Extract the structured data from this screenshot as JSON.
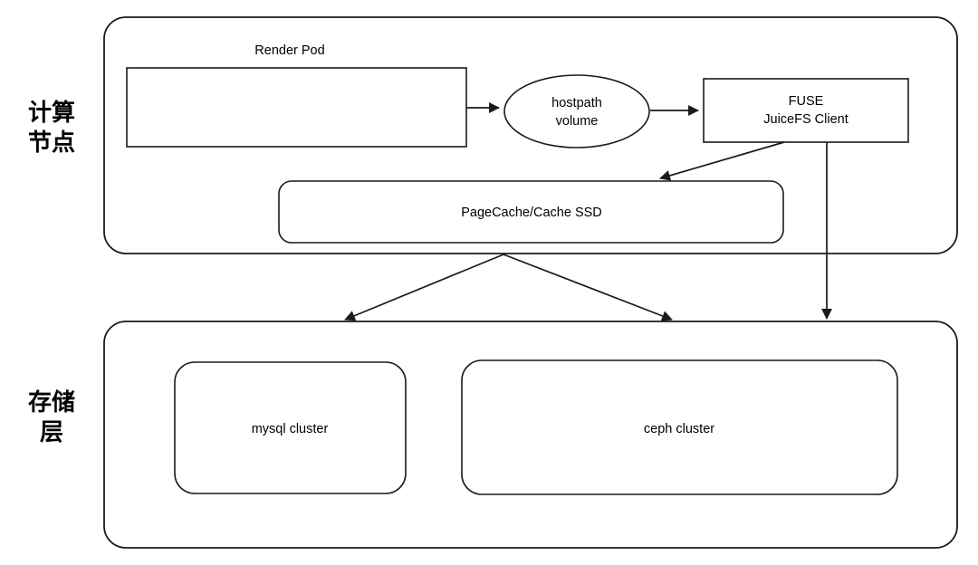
{
  "diagram": {
    "title": "JuiceFS render storage architecture",
    "background_color": "#ffffff",
    "stroke_color": "#1a1a1a",
    "layers": [
      {
        "id": "compute",
        "label_line1": "计算",
        "label_line2": "节点"
      },
      {
        "id": "storage",
        "label_line1": "存储",
        "label_line2": "层"
      }
    ],
    "compute_layer": {
      "group_label": "Render Pod",
      "nodes": [
        {
          "id": "render-app",
          "shape": "rect",
          "label": ""
        },
        {
          "id": "hostpath-volume",
          "shape": "ellipse",
          "label_line1": "hostpath",
          "label_line2": "volume"
        },
        {
          "id": "fuse-juicefs-client",
          "shape": "rect",
          "label_line1": "FUSE",
          "label_line2": "JuiceFS Client"
        },
        {
          "id": "pagecache-cache-ssd",
          "shape": "rounded-rect",
          "label": "PageCache/Cache SSD"
        }
      ]
    },
    "storage_layer": {
      "nodes": [
        {
          "id": "mysql-cluster",
          "shape": "rounded-rect",
          "label": "mysql cluster"
        },
        {
          "id": "ceph-cluster",
          "shape": "rounded-rect",
          "label": "ceph cluster"
        }
      ]
    },
    "connections": [
      {
        "from": "render-app",
        "to": "hostpath-volume",
        "style": "arrow"
      },
      {
        "from": "hostpath-volume",
        "to": "fuse-juicefs-client",
        "style": "arrow"
      },
      {
        "from": "fuse-juicefs-client",
        "to": "pagecache-cache-ssd",
        "style": "arrow"
      },
      {
        "from": "fuse-juicefs-client",
        "to": "storage-layer",
        "style": "arrow"
      },
      {
        "from": "pagecache-cache-ssd",
        "to": "mysql-cluster",
        "style": "arrow"
      },
      {
        "from": "pagecache-cache-ssd",
        "to": "ceph-cluster",
        "style": "arrow"
      }
    ]
  }
}
